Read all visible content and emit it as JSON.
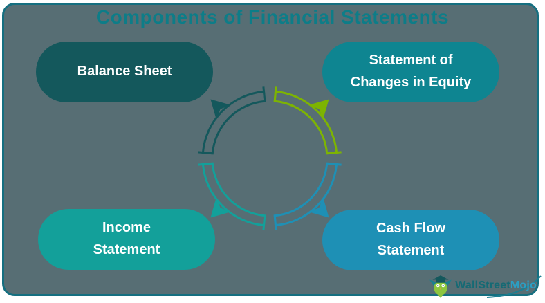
{
  "page": {
    "title": "Components of Financial Statements",
    "colors": {
      "background": "#576e74",
      "border": "#156f80",
      "title_text": "#0d7d88",
      "pill_text": "#ffffff"
    }
  },
  "pills": {
    "balance_sheet": {
      "line1": "Balance Sheet",
      "color": "#14585c"
    },
    "equity": {
      "line1": "Statement of",
      "line2": "Changes in Equity",
      "color": "#0e8591"
    },
    "income": {
      "line1": "Income",
      "line2": "Statement",
      "color": "#13a09a"
    },
    "cash_flow": {
      "line1": "Cash Flow",
      "line2": "Statement",
      "color": "#1e90b5"
    }
  },
  "cycle": {
    "arcs": [
      {
        "position": "top-left",
        "color": "#14585c"
      },
      {
        "position": "top-right",
        "color": "#7db402"
      },
      {
        "position": "bottom-left",
        "color": "#13a09a"
      },
      {
        "position": "bottom-right",
        "color": "#1e90b5"
      }
    ]
  },
  "logo": {
    "brand_part1": "WallStreet",
    "brand_part2": "Mojo",
    "color1": "#156a74",
    "color2": "#2b9fc4"
  }
}
